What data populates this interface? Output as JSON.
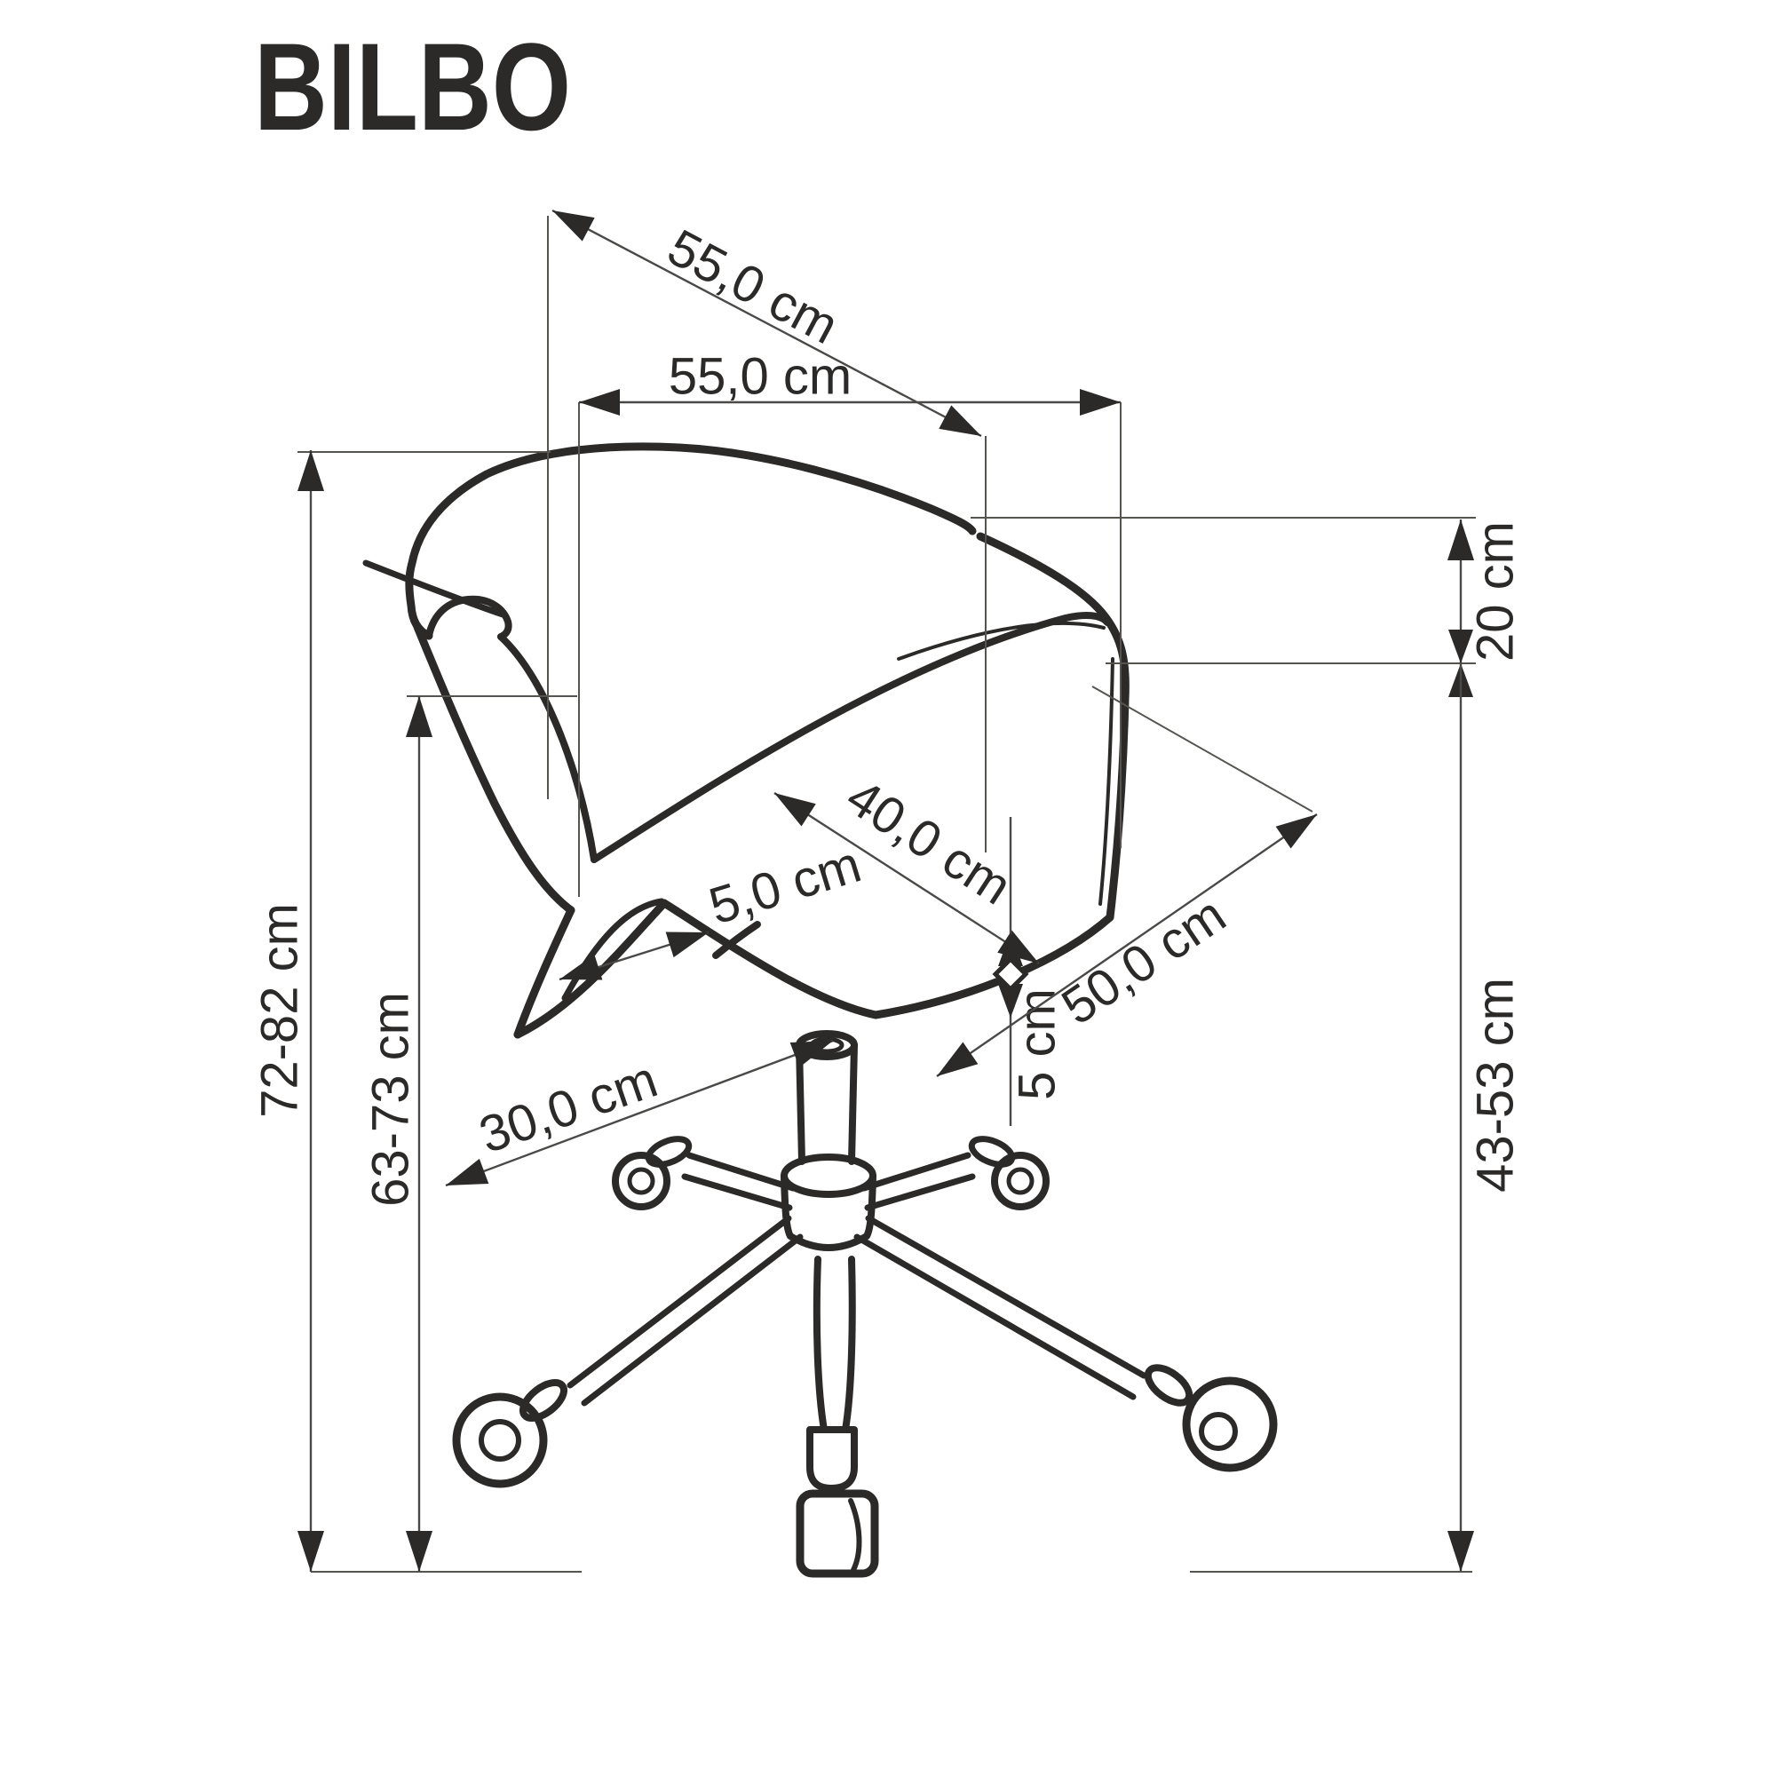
{
  "title": "BILBO",
  "colors": {
    "ink": "#2b2a29",
    "thin_line": "#4a4948",
    "background": "#ffffff"
  },
  "drawing": "office chair line drawing with dimension callouts",
  "dimensions": {
    "backrest_top_diagonal": "55,0 cm",
    "overall_width": "55,0 cm",
    "backrest_side_height": "20 cm",
    "overall_height": "72-82 cm",
    "armrest_height": "63-73 cm",
    "base_arm_reach": "30,0 cm",
    "seat_depth": "40,0 cm",
    "shell_cushion_offset": "5,0 cm",
    "seat_edge_drop": "5 cm",
    "seat_diagonal": "50,0 cm",
    "seat_height_range": "43-53 cm"
  }
}
